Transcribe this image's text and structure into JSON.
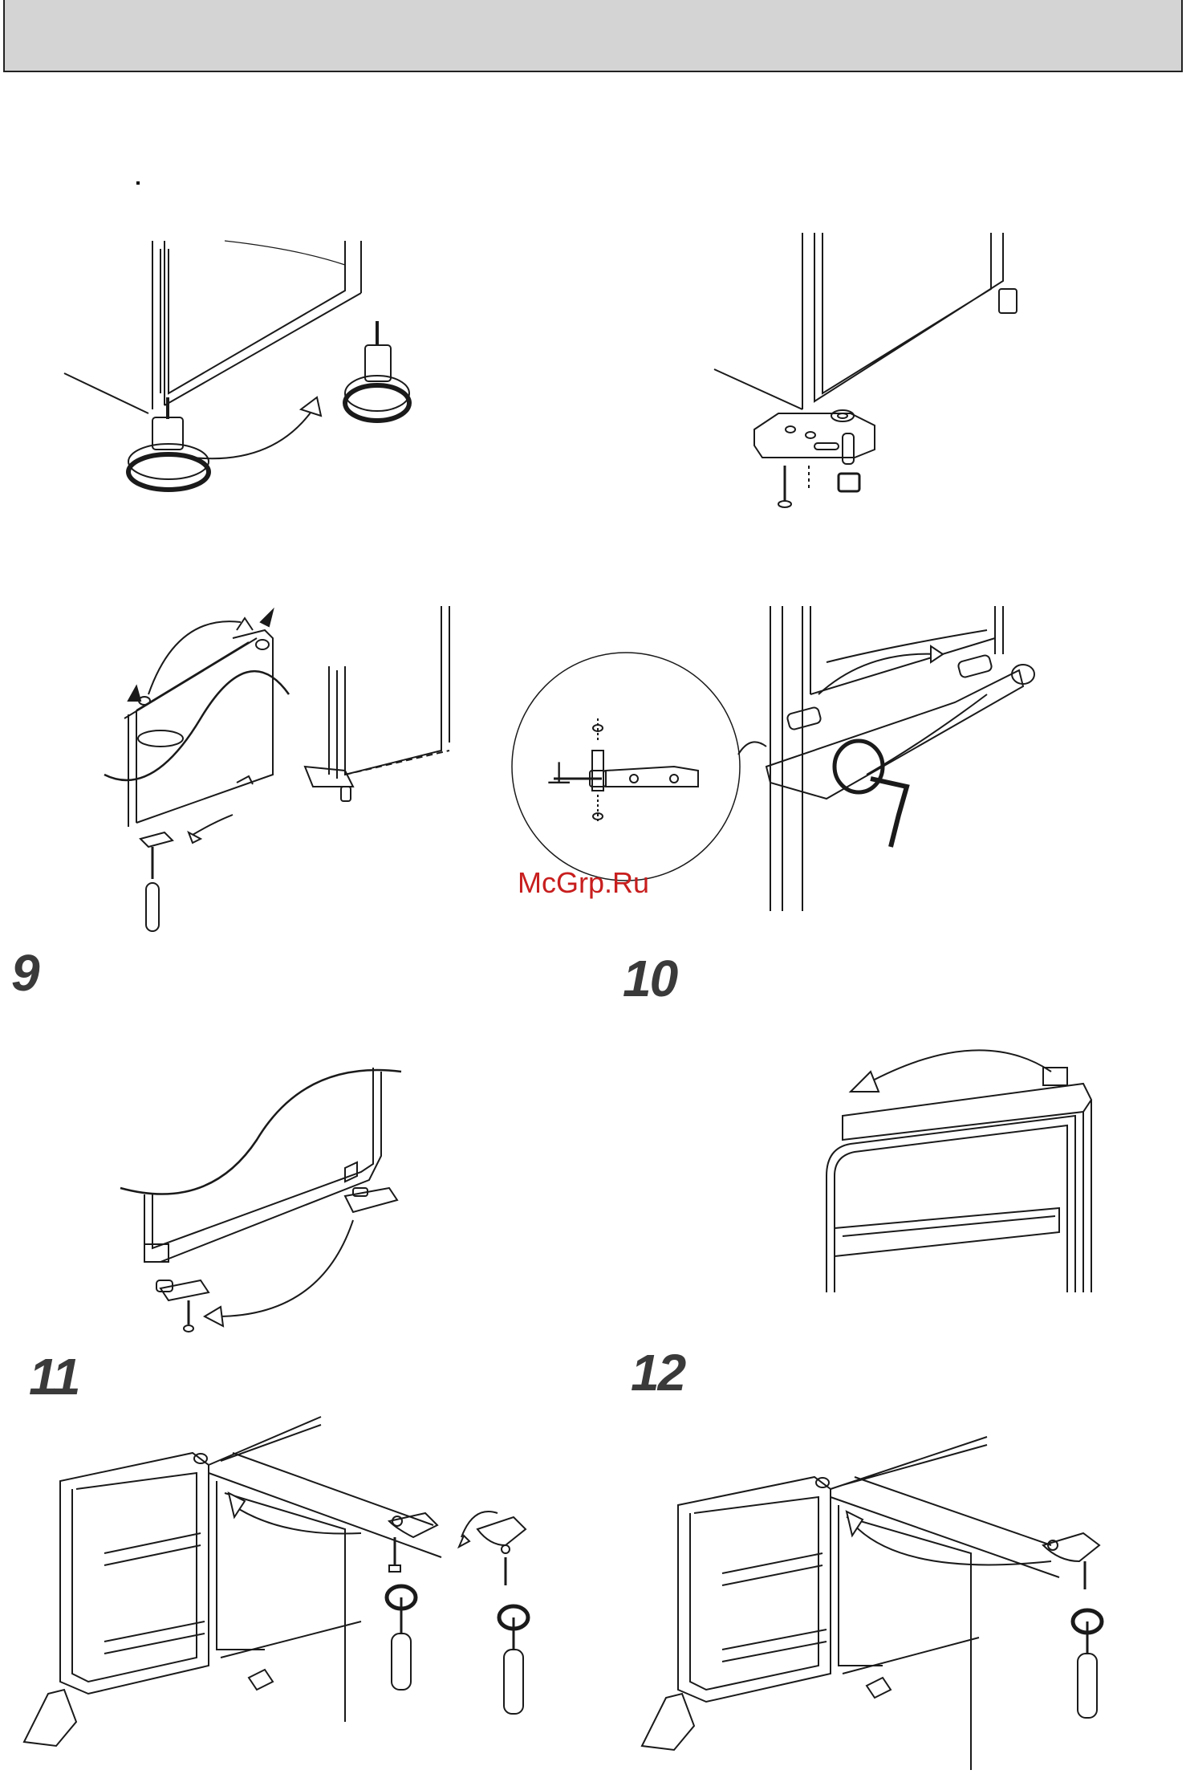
{
  "header": {
    "title": ""
  },
  "steps": [
    {
      "number": "9"
    },
    {
      "number": "10"
    },
    {
      "number": "11"
    },
    {
      "number": "12"
    }
  ],
  "watermark": {
    "text": "McGrp.Ru"
  },
  "detail_callout": {
    "symbol": "⊥"
  },
  "colors": {
    "header_fill": "#d4d4d4",
    "line_art": "#1a1a1a",
    "step_number": "#3a3a3a",
    "watermark": "#c81e1e"
  }
}
